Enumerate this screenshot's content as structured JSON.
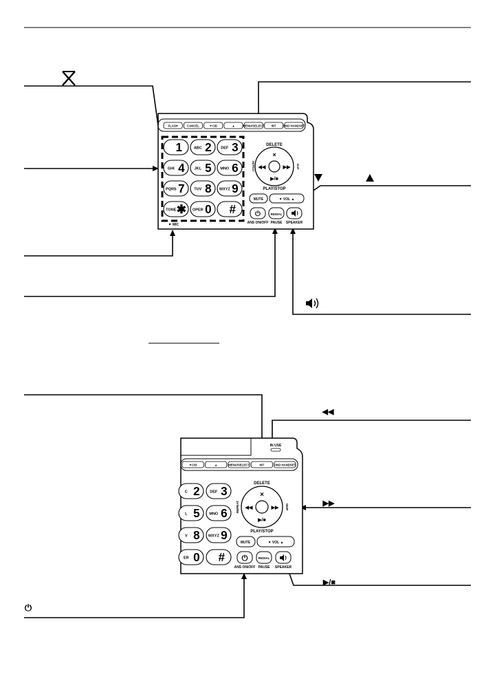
{
  "upper": {
    "top_buttons": [
      "FLASH",
      "CANCEL",
      "▼CID",
      "▲",
      "MENU/SELECT",
      "INT",
      "FIND HANDSET"
    ],
    "keys": [
      {
        "letters": "",
        "digit": "1"
      },
      {
        "letters": "ABC",
        "digit": "2"
      },
      {
        "letters": "DEF",
        "digit": "3"
      },
      {
        "letters": "GHI",
        "digit": "4"
      },
      {
        "letters": "JKL",
        "digit": "5"
      },
      {
        "letters": "MNO",
        "digit": "6"
      },
      {
        "letters": "PQRS",
        "digit": "7"
      },
      {
        "letters": "TUV",
        "digit": "8"
      },
      {
        "letters": "WXYZ",
        "digit": "9"
      },
      {
        "letters": "TONE",
        "digit": "✱"
      },
      {
        "letters": "OPER",
        "digit": "0"
      },
      {
        "letters": "",
        "digit": "#"
      }
    ],
    "delete": "DELETE",
    "repeat": "REPEAT",
    "skip": "SKIP",
    "play_stop": "PLAY/STOP",
    "mute": "MUTE",
    "vol": "▼  VOL  ▲",
    "redial": "REDIAL",
    "pause": "PAUSE",
    "speaker": "SPEAKER",
    "ans_onoff": "ANS ON/OFF",
    "mic": "MIC"
  },
  "lower": {
    "in_use": "IN USE",
    "top_buttons": [
      "▼CID",
      "▲",
      "MENU/SELECT",
      "INT",
      "FIND HANDSET"
    ],
    "keys": [
      {
        "letters": "C",
        "digit": "2"
      },
      {
        "letters": "DEF",
        "digit": "3"
      },
      {
        "letters": "L",
        "digit": "5"
      },
      {
        "letters": "MNO",
        "digit": "6"
      },
      {
        "letters": "V",
        "digit": "8"
      },
      {
        "letters": "WXYZ",
        "digit": "9"
      },
      {
        "letters": "ER",
        "digit": "0"
      },
      {
        "letters": "",
        "digit": "#"
      }
    ],
    "delete": "DELETE",
    "repeat": "REPEAT",
    "skip": "SKIP",
    "play_stop": "PLAY/STOP",
    "mute": "MUTE",
    "vol": "▼  VOL  ▲",
    "redial": "REDIAL",
    "pause": "PAUSE",
    "speaker": "SPEAKER",
    "ans_onoff": "ANS ON/OFF"
  }
}
